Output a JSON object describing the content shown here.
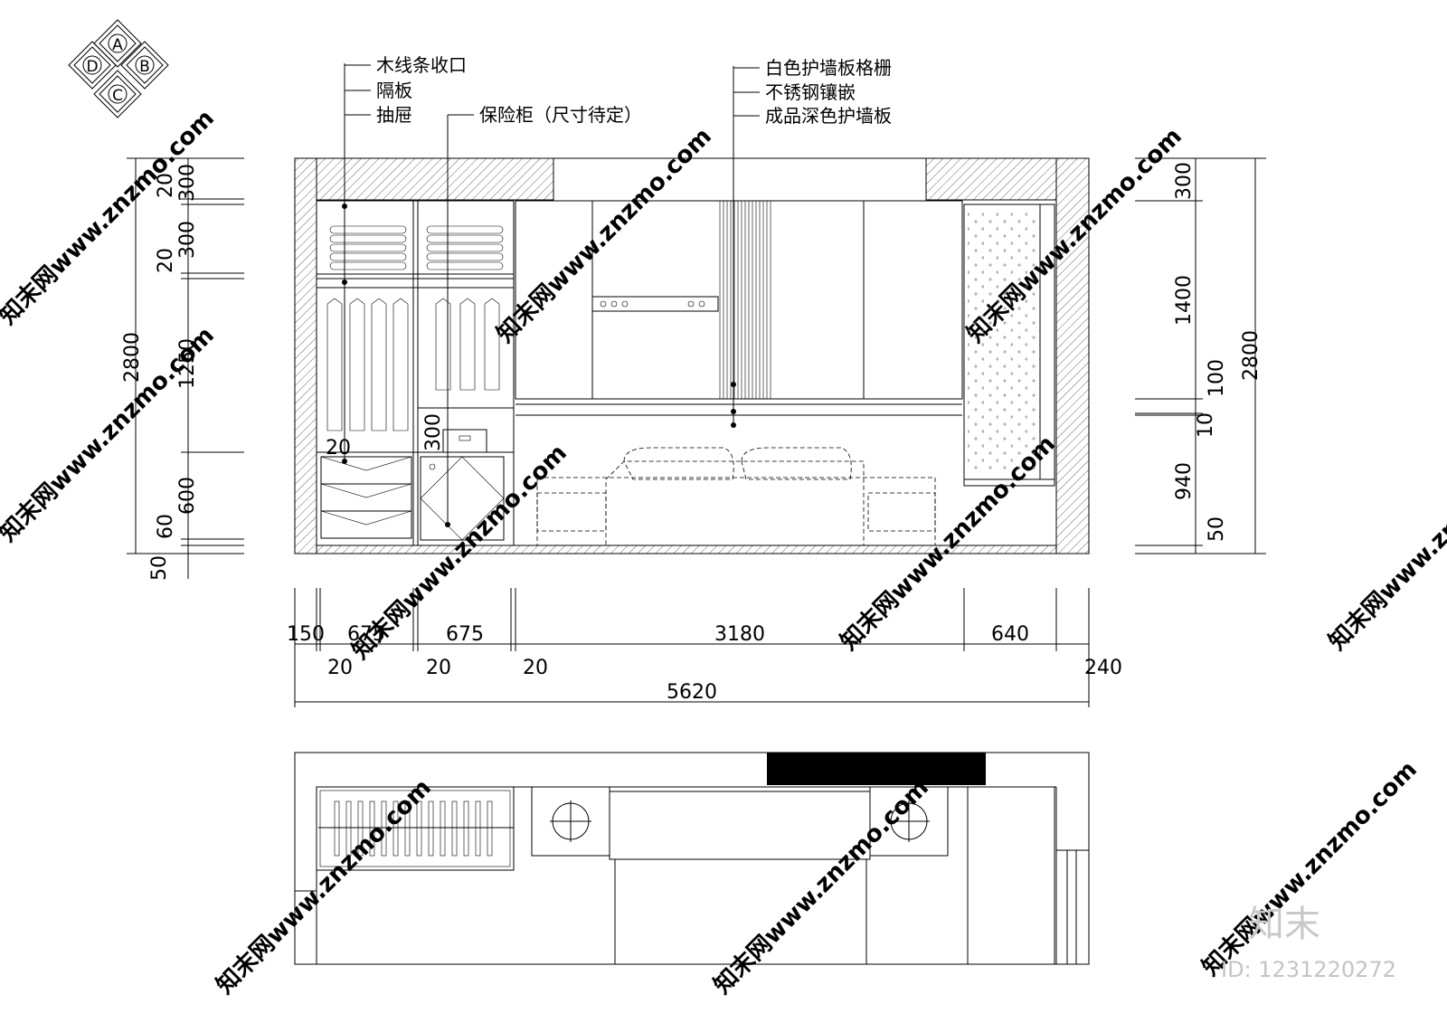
{
  "compass": {
    "a": "A",
    "b": "B",
    "c": "C",
    "d": "D"
  },
  "callouts_left": [
    "木线条收口",
    "隔板",
    "抽屉"
  ],
  "callout_safe": "保险柜（尺寸待定）",
  "callouts_right": [
    "白色护墙板格栅",
    "不锈钢镶嵌",
    "成品深色护墙板"
  ],
  "dims_left": [
    "2800",
    "300",
    "20",
    "300",
    "20",
    "1250",
    "20",
    "600",
    "60",
    "50"
  ],
  "dims_inner": [
    "300"
  ],
  "dims_right": [
    "300",
    "1400",
    "100",
    "10",
    "940",
    "50",
    "2800"
  ],
  "dims_bottom_row1": [
    "150",
    "675",
    "675",
    "3180",
    "640"
  ],
  "dims_bottom_row2": [
    "20",
    "20",
    "20",
    "240"
  ],
  "dims_total": "5620",
  "watermark_text": "知末网www.znzmo.com",
  "brand": "知末",
  "image_id": "ID: 1231220272",
  "colors": {
    "line": "#000000",
    "hatch": "#000000",
    "watermark": "#e2e2e2",
    "background": "#ffffff"
  }
}
